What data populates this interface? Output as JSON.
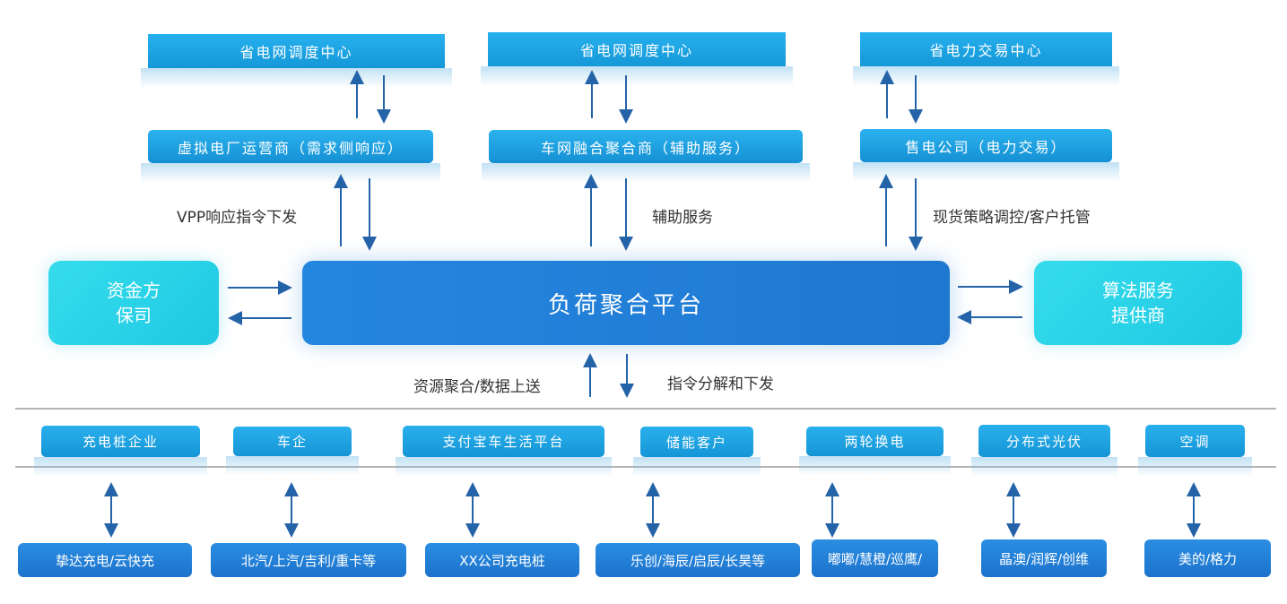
{
  "top_row": [
    {
      "label": "省电网调度中心"
    },
    {
      "label": "省电网调度中心"
    },
    {
      "label": "省电力交易中心"
    }
  ],
  "middle_row": [
    {
      "label": "虚拟电厂运营商（需求侧响应）"
    },
    {
      "label": "车网融合聚合商（辅助服务）"
    },
    {
      "label": "售电公司（电力交易）"
    }
  ],
  "flow_labels": {
    "vpp": "VPP响应指令下发",
    "aux": "辅助服务",
    "spot": "现货策略调控/客户托管",
    "up": "资源聚合/数据上送",
    "down": "指令分解和下发"
  },
  "core": {
    "label": "负荷聚合平台"
  },
  "left_side": {
    "line1": "资金方",
    "line2": "保司"
  },
  "right_side": {
    "line1": "算法服务",
    "line2": "提供商"
  },
  "categories": [
    {
      "label": "充电桩企业"
    },
    {
      "label": "车企"
    },
    {
      "label": "支付宝车生活平台"
    },
    {
      "label": "储能客户"
    },
    {
      "label": "两轮换电"
    },
    {
      "label": "分布式光伏"
    },
    {
      "label": "空调"
    }
  ],
  "leaves": [
    {
      "label": "挚达充电/云快充"
    },
    {
      "label": "北汽/上汽/吉利/重卡等"
    },
    {
      "label": "XX公司充电桩"
    },
    {
      "label": "乐创/海辰/启辰/长昊等"
    },
    {
      "label": "嘟嘟/慧橙/巡鹰/"
    },
    {
      "label": "晶澳/润辉/创维"
    },
    {
      "label": "美的/格力"
    }
  ],
  "colors": {
    "arrow": "#2563a8",
    "core": "#2284dc",
    "side": "#28d3e8",
    "box": "#1ea4e4"
  }
}
